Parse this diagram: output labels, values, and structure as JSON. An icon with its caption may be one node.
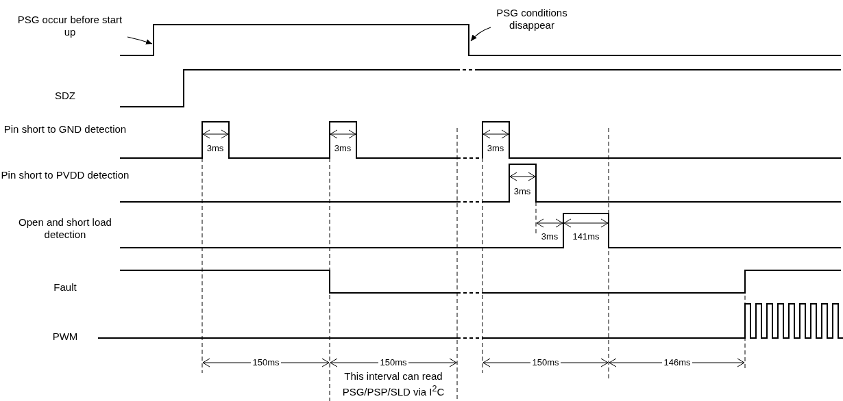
{
  "diagram": {
    "nodes": [
      {
        "text": [
          "PSG occur before start up"
        ]
      },
      {
        "text": [
          "PSG conditions disappear"
        ]
      }
    ],
    "edges": [
      {
        "from": 0,
        "to": null,
        "arrow": "to"
      },
      {
        "from": 1,
        "to": null,
        "arrow": "to"
      }
    ],
    "labels": [
      "SDZ",
      "Pin short to GND detection",
      "3ms",
      "3ms",
      "3ms",
      "Pin short to PVDD detection",
      "3ms",
      "Open and short load detection",
      "3ms",
      "141ms",
      "Fault",
      "PWM",
      "150ms",
      "150ms",
      "150ms",
      "146ms",
      "This interval can read PSG/PSP/SLD via I$^{2}$C"
    ]
  }
}
